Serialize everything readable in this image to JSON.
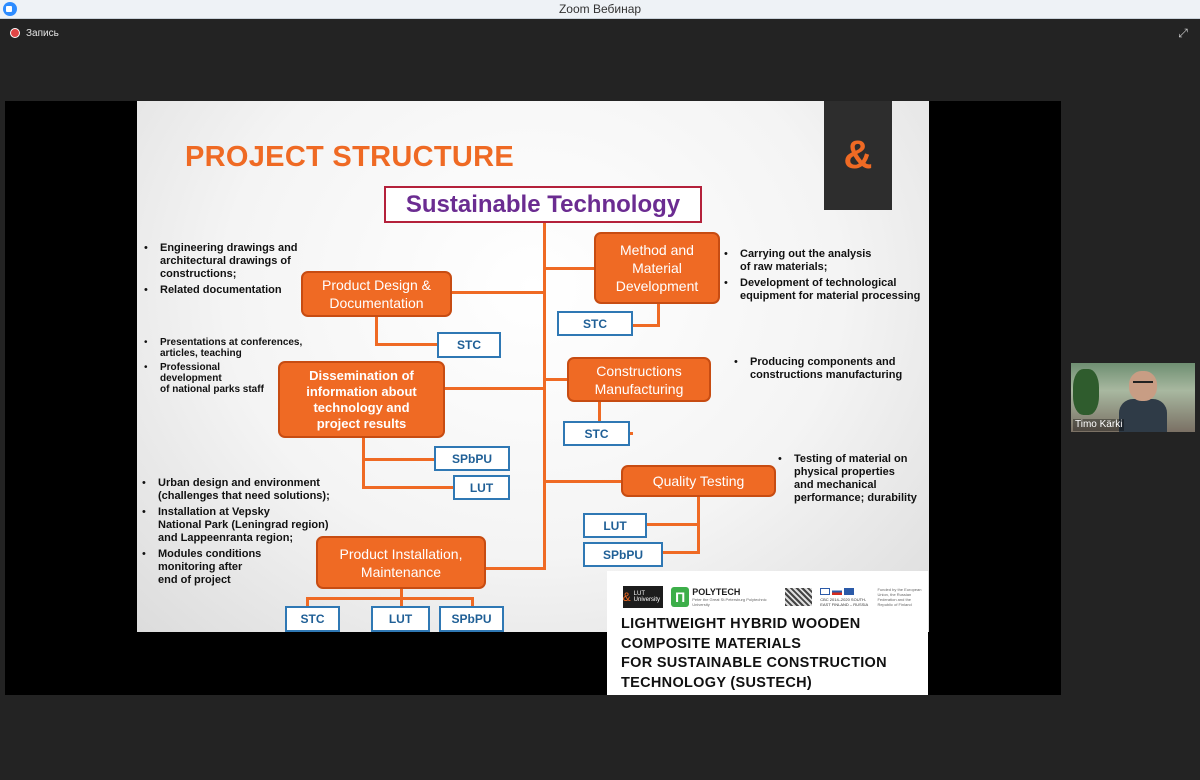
{
  "window": {
    "title": "Zoom Вебинар"
  },
  "recording": {
    "label": "Запись"
  },
  "slide": {
    "title": "PROJECT STRUCTURE",
    "root": "Sustainable Technology",
    "nodes": {
      "product_design": "Product Design &\nDocumentation",
      "method": "Method and\nMaterial\nDevelopment",
      "dissemination": "Dissemination of\ninformation about\ntechnology and\nproject results",
      "constructions": "Constructions\nManufacturing",
      "quality": "Quality Testing",
      "installation": "Product Installation,\nMaintenance"
    },
    "partners": {
      "stc": "STC",
      "lut": "LUT",
      "spbpu": "SPbPU"
    },
    "bullets": {
      "design": [
        "Engineering drawings and\narchitectural drawings of\nconstructions;",
        "Related documentation"
      ],
      "method": [
        "Carrying out the analysis\nof raw materials;",
        "Development of technological\nequipment for material processing"
      ],
      "dissemination": [
        "Presentations at conferences,\narticles, teaching",
        "Professional\ndevelopment\nof national parks staff"
      ],
      "constructions": [
        "Producing components and\nconstructions manufacturing"
      ],
      "quality": [
        "Testing of material on\nphysical properties\nand mechanical\nperformance; durability"
      ],
      "installation": [
        "Urban design and environment\n(challenges that need solutions);",
        "Installation at Vepsky\nNational Park (Leningrad region)\nand Lappeenranta region;",
        "Modules conditions\nmonitoring after\nend of project"
      ]
    },
    "footer": {
      "logos": {
        "lut": "LUT University",
        "polytech": "POLYTECH",
        "polytech_sub": "Peter the Great St.Petersburg Polytechnic University",
        "cbc": "CBC 2014–2020 SOUTH-EAST FINLAND – RUSSIA",
        "eu": "Funded by the European Union, the Russian Federation and the Republic of Finland"
      },
      "project_title": "LIGHTWEIGHT HYBRID WOODEN\nCOMPOSITE MATERIALS\nFOR SUSTAINABLE CONSTRUCTION\nTECHNOLOGY (SUSTECH)"
    }
  },
  "participant": {
    "name": "Timo Kärki"
  },
  "colors": {
    "accent_orange": "#ef6a24",
    "partner_blue": "#2f78b4",
    "root_border": "#b4213b",
    "root_text": "#6b2c91"
  }
}
